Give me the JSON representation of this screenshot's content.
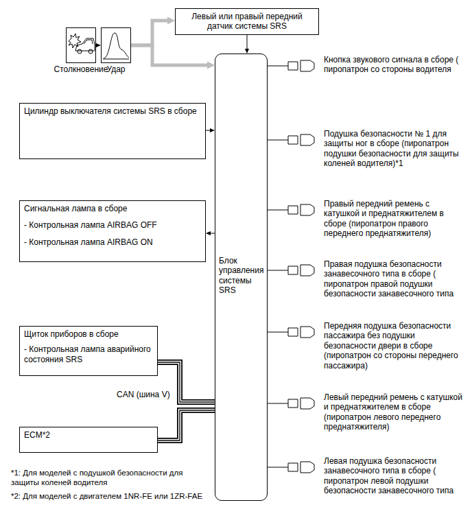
{
  "diagram": {
    "nodes": [
      {
        "text": [
          "Столкновение"
        ]
      },
      {
        "text": [
          "Удар"
        ]
      },
      {
        "text": [
          "Левый или правый передний датчик системы SRS"
        ]
      },
      {
        "text": [
          "Цилиндр выключателя системы SRS в сборе"
        ]
      },
      {
        "text": [
          "Сигнальная лампа в сборе",
          "- Контрольная лампа AIRBAG OFF",
          "- Контрольная лампа AIRBAG ON"
        ]
      },
      {
        "text": [
          "Щиток приборов в сборе",
          "- Контрольная лампа аварийного состояния SRS"
        ]
      },
      {
        "text": [
          "ECM*2"
        ]
      },
      {
        "text": [
          "Блок управления системы SRS"
        ]
      },
      {
        "text": [
          "Кнопка звукового сигнала в сборе ( пиропатрон со стороны водителя"
        ]
      },
      {
        "text": [
          "Подушка безопасности № 1 для защиты ног в сборе (пиропатрон подушки безопасности для защиты коленей водителя)*1"
        ]
      },
      {
        "text": [
          "Правый передний ремень с катушкой и преднатяжителем в сборе (пиропатрон правого переднего преднатяжителя)"
        ]
      },
      {
        "text": [
          "Правая подушка безопасности занавесочного типа в сборе ( пиропатрон правой подушки безопасности занавесочного типа"
        ]
      },
      {
        "text": [
          "Передняя подушка безопасности пассажира без подушки безопасности двери в сборе (пиропатрон со стороны переднего пассажира)"
        ]
      },
      {
        "text": [
          "Левый передний ремень с катушкой и преднатяжителем в сборе (пиропатрон левого переднего преднатяжителя)"
        ]
      },
      {
        "text": [
          "Левая подушка безопасности занавесочного типа в сборе ( пиропатрон левой подушки безопасности занавесочного типа"
        ]
      }
    ],
    "edges": [
      {
        "from": 0,
        "to": 1,
        "arrow": "to"
      },
      {
        "from": 1,
        "to": 2,
        "arrow": "to"
      },
      {
        "from": 1,
        "to": 7,
        "arrow": "to"
      },
      {
        "from": 2,
        "to": 7,
        "arrow": "to"
      },
      {
        "from": 3,
        "to": 7,
        "arrow": "to"
      },
      {
        "from": 7,
        "to": 4,
        "arrow": "to"
      },
      {
        "from": 5,
        "to": 7,
        "arrow": "none",
        "label": "CAN (шина V)"
      },
      {
        "from": 6,
        "to": 7,
        "arrow": "none"
      },
      {
        "from": 7,
        "to": 8,
        "arrow": "none"
      },
      {
        "from": 7,
        "to": 9,
        "arrow": "none"
      },
      {
        "from": 7,
        "to": 10,
        "arrow": "none"
      },
      {
        "from": 7,
        "to": 11,
        "arrow": "none"
      },
      {
        "from": 7,
        "to": 12,
        "arrow": "none"
      },
      {
        "from": 7,
        "to": 13,
        "arrow": "none"
      },
      {
        "from": 7,
        "to": 14,
        "arrow": "none"
      }
    ],
    "labels": [
      "*1: Для моделей с подушкой безопасности для защиты коленей водителя",
      "*2: Для моделей с двигателем 1NR-FE или 1ZR-FAE"
    ]
  }
}
